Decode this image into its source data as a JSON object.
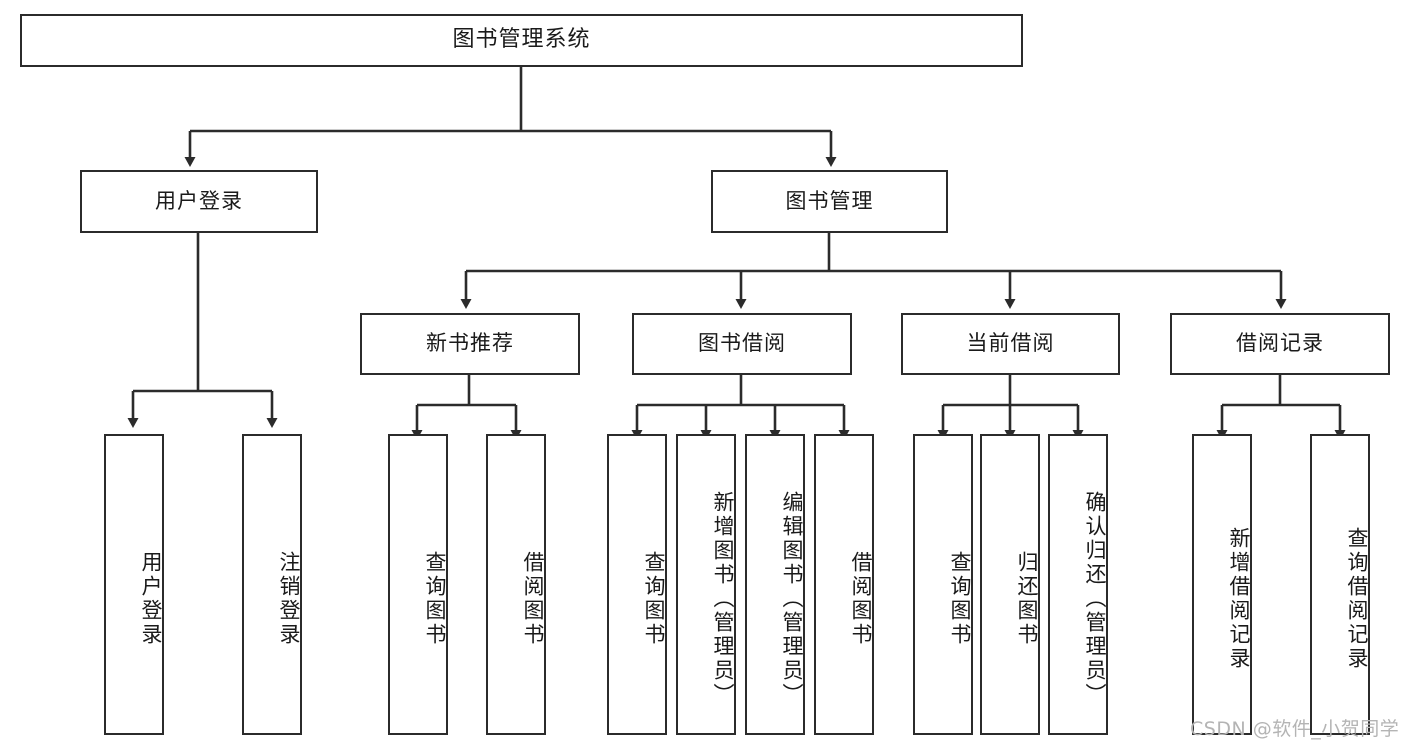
{
  "diagram": {
    "title": "图书管理系统",
    "type": "tree-hierarchy-diagram",
    "root": {
      "label": "图书管理系统"
    },
    "level2": [
      {
        "label": "用户登录"
      },
      {
        "label": "图书管理"
      }
    ],
    "level3": [
      {
        "label": "新书推荐"
      },
      {
        "label": "图书借阅"
      },
      {
        "label": "当前借阅"
      },
      {
        "label": "借阅记录"
      }
    ],
    "leaves_user_login": [
      {
        "label": "用户登录"
      },
      {
        "label": "注销登录"
      }
    ],
    "leaves_new_book": [
      {
        "label": "查询图书"
      },
      {
        "label": "借阅图书"
      }
    ],
    "leaves_borrow": [
      {
        "label": "查询图书"
      },
      {
        "label": "新增图书（管理员）"
      },
      {
        "label": "编辑图书（管理员）"
      },
      {
        "label": "借阅图书"
      }
    ],
    "leaves_current": [
      {
        "label": "查询图书"
      },
      {
        "label": "归还图书"
      },
      {
        "label": "确认归还（管理员）"
      }
    ],
    "leaves_records": [
      {
        "label": "新增借阅记录"
      },
      {
        "label": "查询借阅记录"
      }
    ],
    "watermark": "CSDN @软件_小贺同学",
    "colors": {
      "stroke": "#2b2b2b",
      "background": "#ffffff",
      "text": "#1a1a1a",
      "watermark": "#b4b4b4"
    }
  }
}
